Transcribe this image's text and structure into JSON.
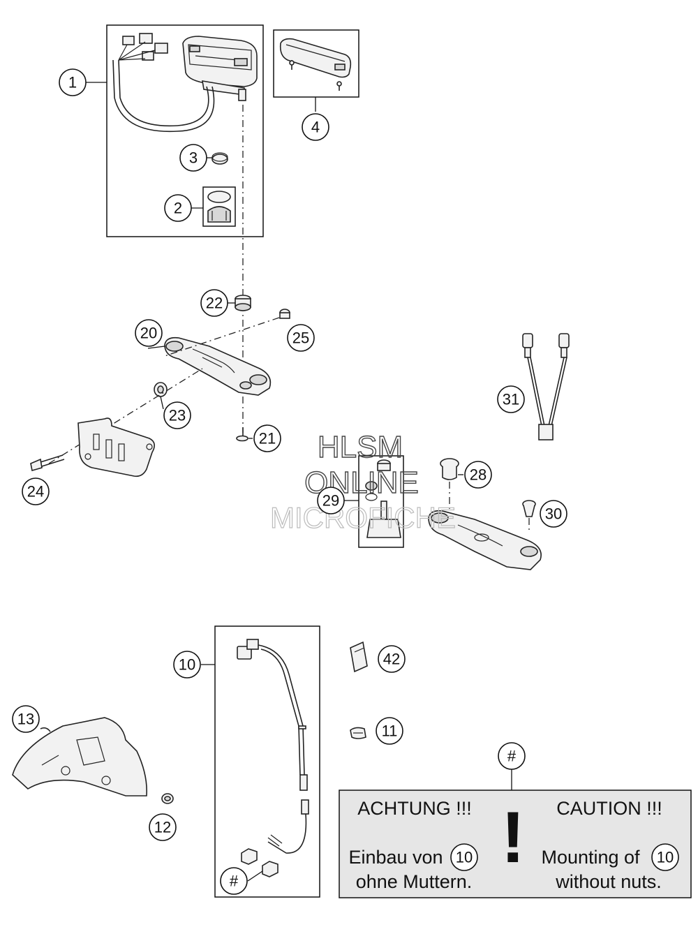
{
  "callouts": [
    {
      "label": "1"
    },
    {
      "label": "2"
    },
    {
      "label": "3"
    },
    {
      "label": "4"
    },
    {
      "label": "20"
    },
    {
      "label": "21"
    },
    {
      "label": "22"
    },
    {
      "label": "23"
    },
    {
      "label": "24"
    },
    {
      "label": "25"
    },
    {
      "label": "31"
    },
    {
      "label": "28"
    },
    {
      "label": "29"
    },
    {
      "label": "30"
    },
    {
      "label": "10"
    },
    {
      "label": "42"
    },
    {
      "label": "11"
    },
    {
      "label": "13"
    },
    {
      "label": "12"
    },
    {
      "label": "#"
    },
    {
      "label": "#"
    }
  ],
  "watermark": {
    "line1": "HLSM",
    "line2": "ONLINE",
    "line3": "MICROFICHE"
  },
  "note": {
    "de_heading": "ACHTUNG !!!",
    "en_heading": "CAUTION !!!",
    "de_line1": "Einbau von",
    "de_ref": "10",
    "de_line2": "ohne Muttern.",
    "en_line1": "Mounting of",
    "en_ref": "10",
    "en_line2": "without nuts.",
    "symbol": "!",
    "background_color": "#e6e6e6"
  }
}
